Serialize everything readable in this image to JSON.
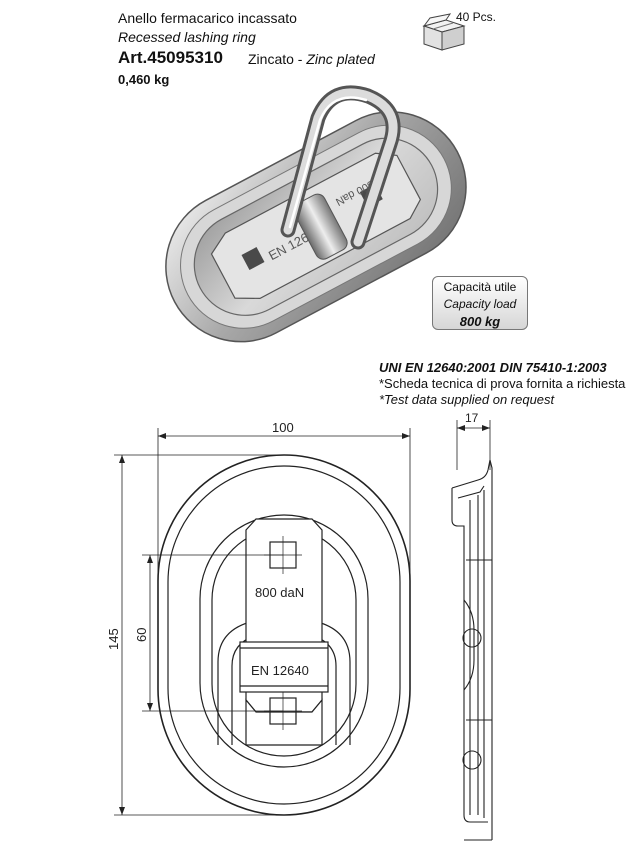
{
  "header": {
    "title_it": "Anello fermacarico incassato",
    "title_en": "Recessed lashing ring",
    "article": "Art.45095310",
    "finish_it": "Zincato - ",
    "finish_en": "Zinc plated",
    "weight": "0,460 kg"
  },
  "package": {
    "quantity": "40 Pcs.",
    "icon": "box-icon"
  },
  "capacity": {
    "label_it": "Capacità utile",
    "label_en": "Capacity load",
    "value": "800 kg"
  },
  "standards": {
    "norms": "UNI EN 12640:2001 DIN 75410-1:2003",
    "note_it": "*Scheda tecnica di prova fornita a richiesta",
    "note_en": "*Test data supplied on request"
  },
  "product_markings": {
    "load": "800 daN",
    "norm": "EN 12640"
  },
  "dimensions": {
    "width": "100",
    "height": "145",
    "inner": "60",
    "depth": "17"
  }
}
